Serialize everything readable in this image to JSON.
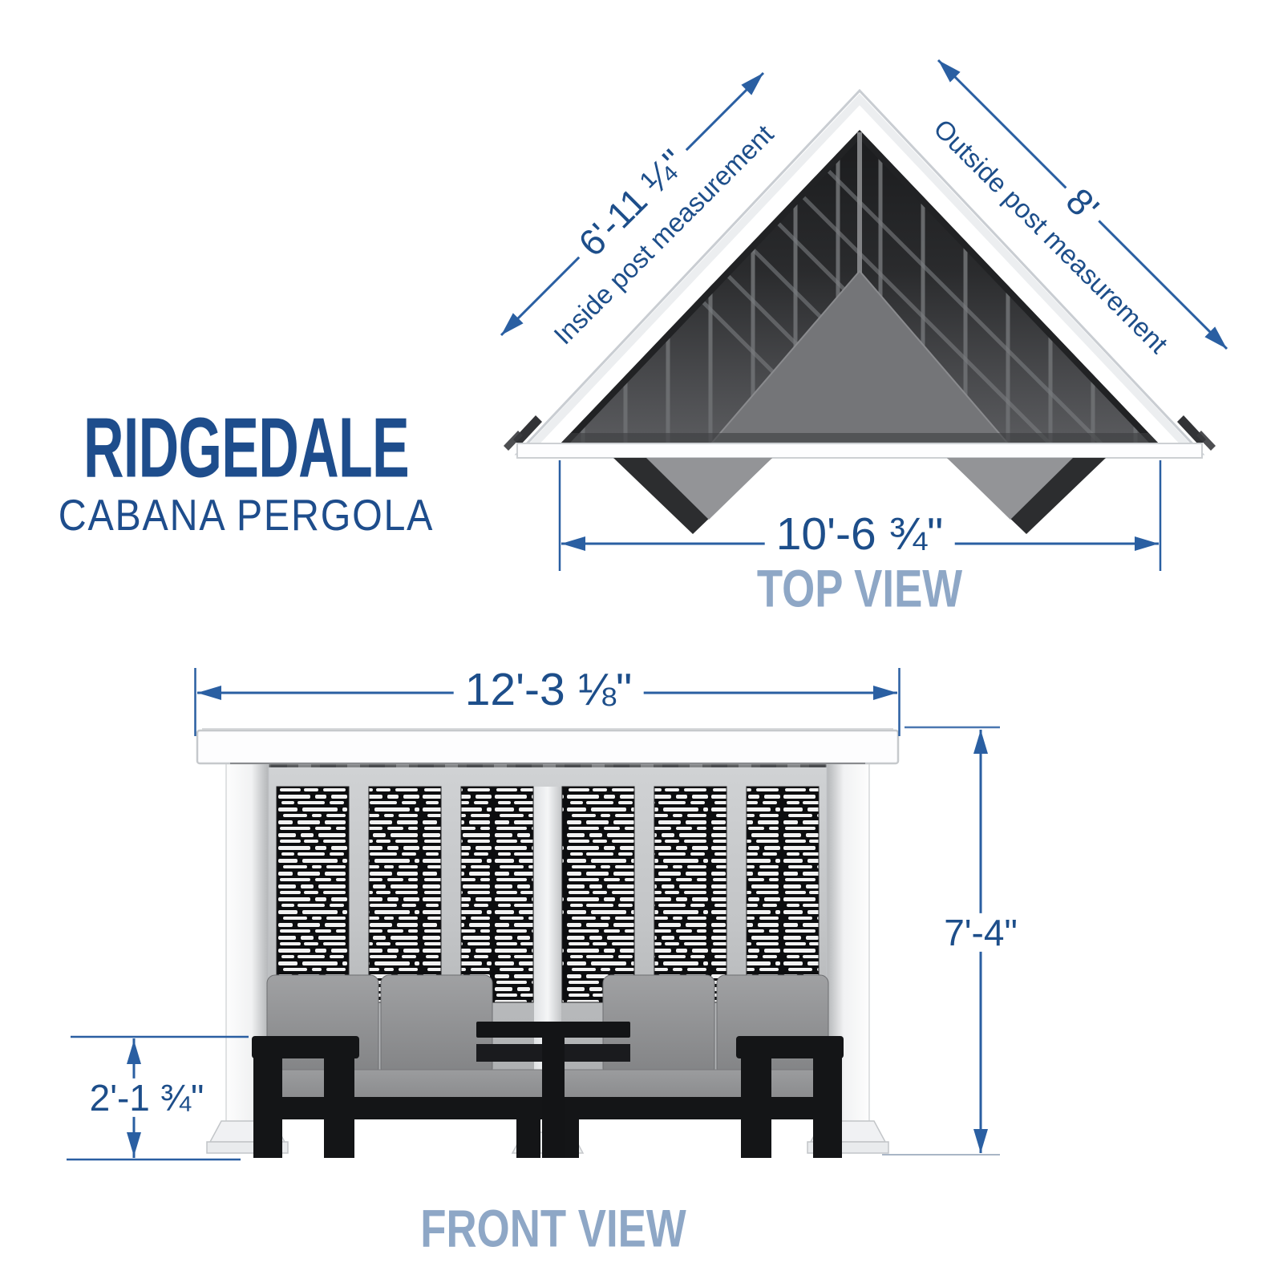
{
  "title": {
    "name": "RIDGEDALE",
    "subtitle": "CABANA PERGOLA"
  },
  "top_view": {
    "label": "TOP VIEW",
    "inside": {
      "value": "6'-11 ¼\"",
      "note": "Inside post measurement"
    },
    "outside": {
      "value": "8'",
      "note": "Outside post measurement"
    },
    "width": {
      "value": "10'-6 ¾\""
    }
  },
  "front_view": {
    "label": "FRONT VIEW",
    "width": {
      "value": "12'-3 ⅛\""
    },
    "height": {
      "value": "7'-4\""
    },
    "seat_height": {
      "value": "2'-1 ¾\""
    }
  },
  "colors": {
    "dimension_line": "#2a5fa2",
    "dimension_text": "#1d4e8a",
    "title_text": "#1e4d8c",
    "view_label_text": "#8ea7c6"
  }
}
